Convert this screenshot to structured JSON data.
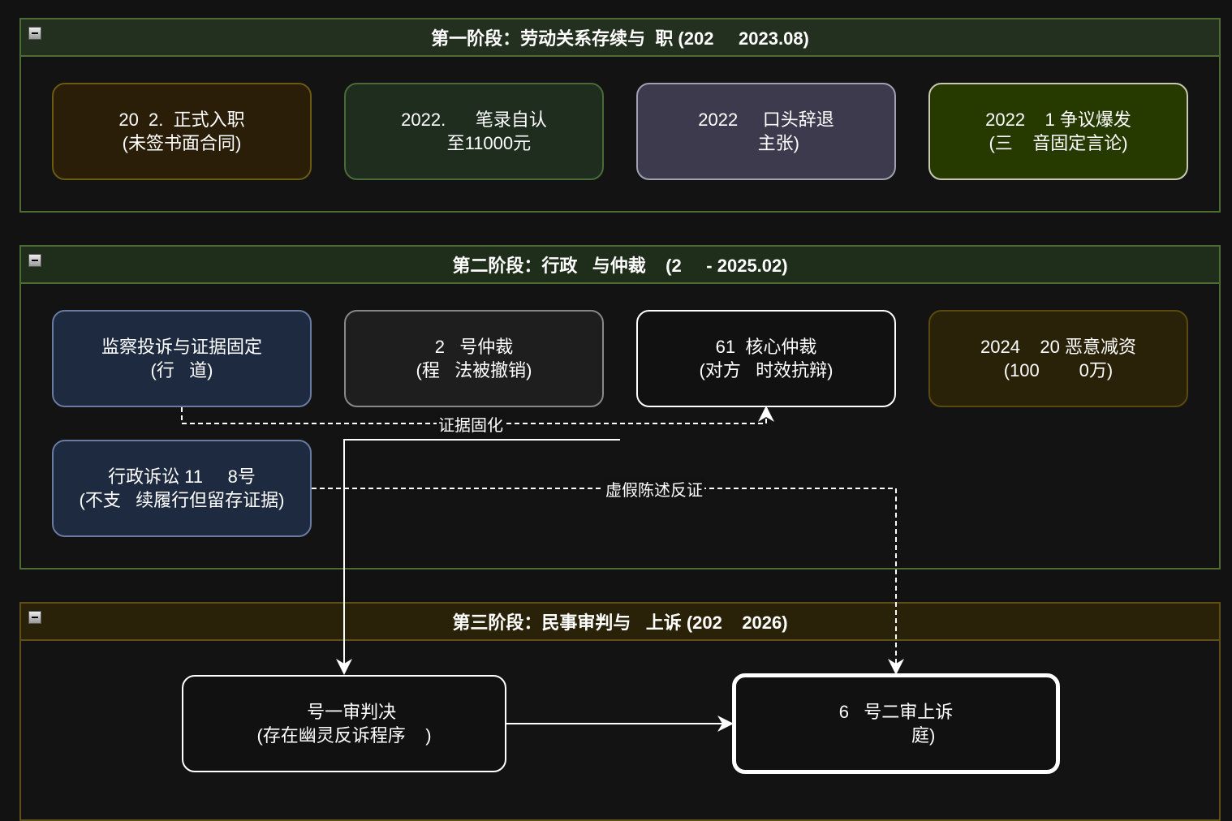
{
  "stages": [
    {
      "title": "第一阶段：劳动关系存续与  职 (202     2023.08)",
      "color": "#24301f",
      "nodes": [
        {
          "line1": "20  2.  正式入职",
          "line2": "(未签书面合同)"
        },
        {
          "line1": "2022.      笔录自认",
          "line2": "      至11000元"
        },
        {
          "line1": "2022     口头辞退",
          "line2": "     主张)"
        },
        {
          "line1": "2022    1 争议爆发",
          "line2": "(三    音固定言论)"
        }
      ]
    },
    {
      "title": "第二阶段：行政   与仲裁    (2     - 2025.02)",
      "color": "#1e2e1a",
      "nodes": [
        {
          "line1": "监察投诉与证据固定",
          "line2": "(行   道)"
        },
        {
          "line1": "2   号仲裁",
          "line2": "(程   法被撤销)"
        },
        {
          "line1": "61  核心仲裁",
          "line2": "(对方   时效抗辩)"
        },
        {
          "line1": "2024    20 恶意减资",
          "line2": "(100        0万)"
        },
        {
          "line1": "行政诉讼 11     8号",
          "line2": "(不支   续履行但留存证据)"
        }
      ]
    },
    {
      "title": "第三阶段：民事审判与   上诉 (202    2026)",
      "color": "#2a2208",
      "nodes": [
        {
          "line1": "   号一审判决",
          "line2": "(存在幽灵反诉程序    )"
        },
        {
          "line1": "6   号二审上诉",
          "line2": "           庭)"
        }
      ]
    }
  ],
  "edges": [
    {
      "label": "证据固化",
      "style": "dashed"
    },
    {
      "label": "虚假陈述反证",
      "style": "dashed"
    },
    {
      "label": "",
      "style": "solid"
    },
    {
      "label": "",
      "style": "solid"
    }
  ]
}
